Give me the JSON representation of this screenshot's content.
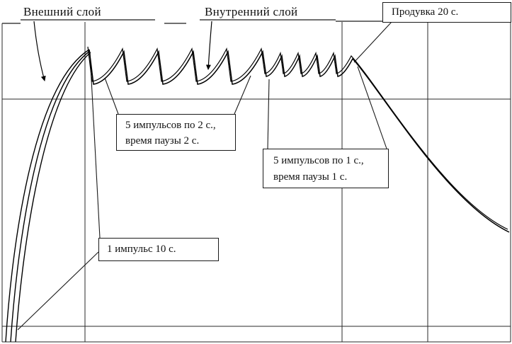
{
  "colors": {
    "background": "#ffffff",
    "line": "#000000",
    "text": "#111111"
  },
  "layer_labels": {
    "outer": "Внешний слой",
    "inner": "Внутренний слой"
  },
  "callouts": {
    "purge": {
      "text": "Продувка 20 с."
    },
    "pulses_2s": {
      "line1": "5 импульсов по 2 с.,",
      "line2": "время паузы 2 с."
    },
    "pulses_1s": {
      "line1": "5 импульсов по 1 с.,",
      "line2": "время паузы 1 с."
    },
    "first_pulse": {
      "text": "1 импульс 10 с."
    }
  }
}
